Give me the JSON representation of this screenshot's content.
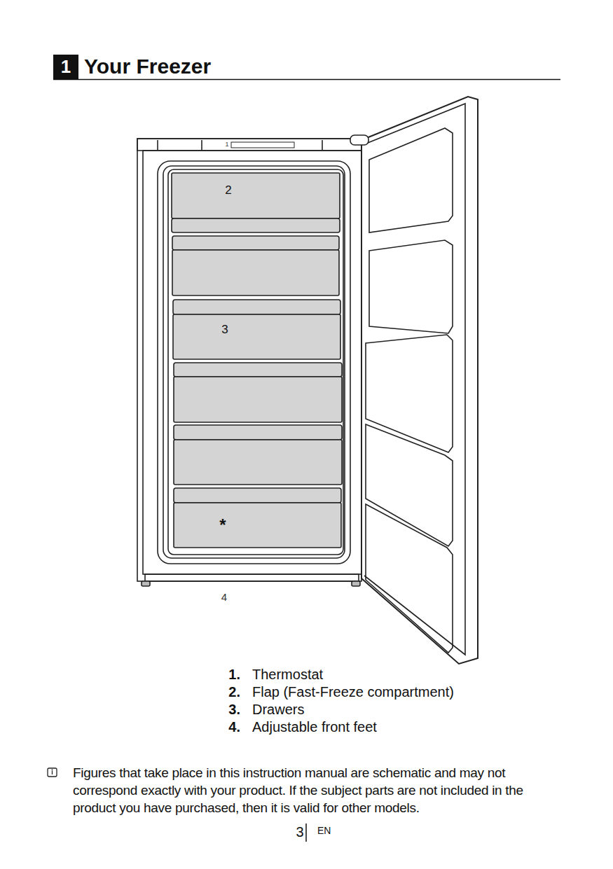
{
  "diagram": {
    "title": "Your Freezer",
    "labels": [
      "1",
      "1",
      "2",
      "3",
      "*",
      "4",
      "1.",
      "Thermostat",
      "2.",
      "Flap (Fast-Freeze compartment)",
      "3.",
      "Drawers",
      "4.",
      "Adjustable front feet",
      "Figures that take place in this instruction manual are schematic and may not correspond exactly with your product. If the subject parts are not included in the product you have purchased, then it is valid for other models.",
      "3",
      "EN"
    ]
  }
}
